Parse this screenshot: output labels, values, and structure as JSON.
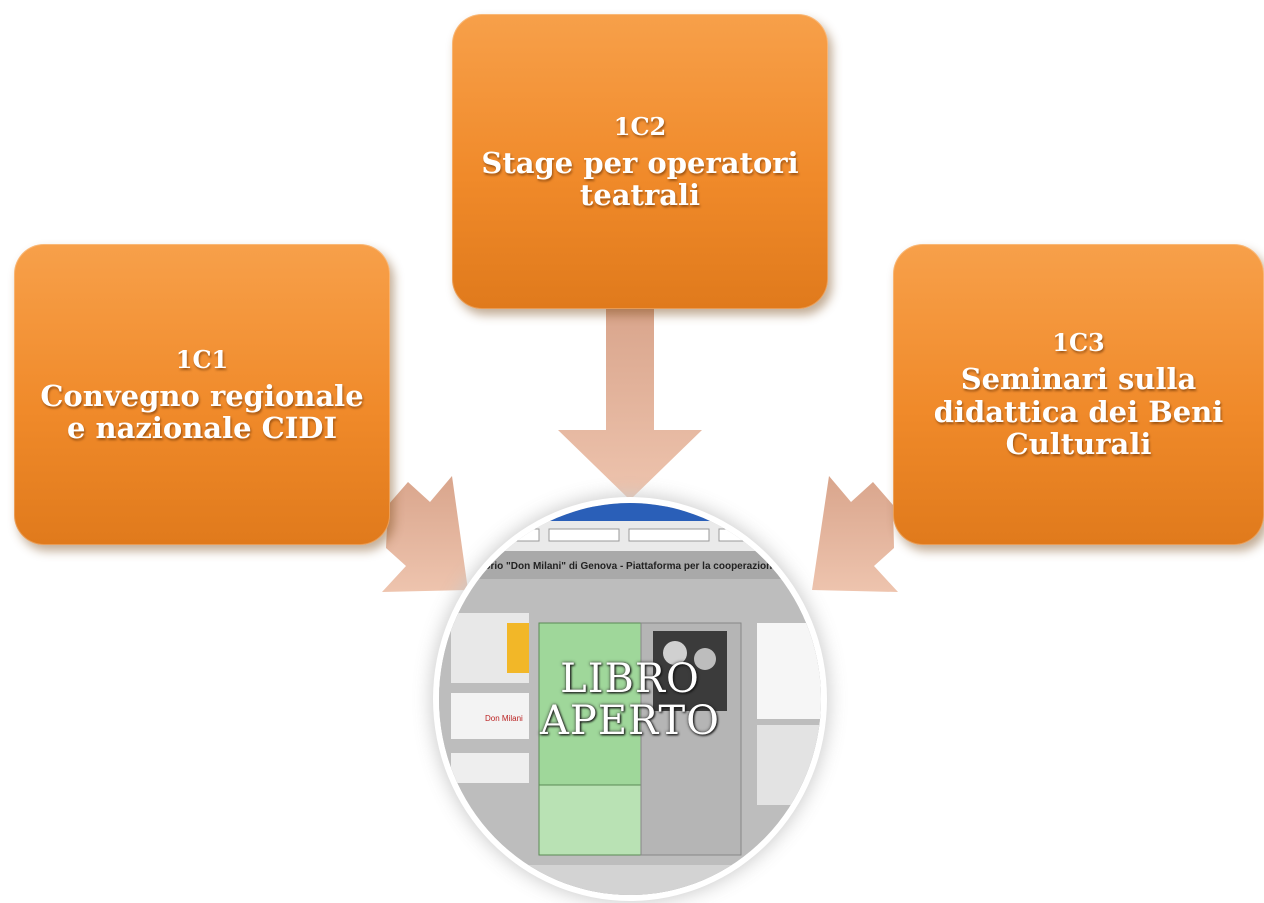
{
  "boxes": [
    {
      "code": "1C1",
      "title": "Convegno regionale e nazionale CIDI"
    },
    {
      "code": "1C2",
      "title": "Stage per operatori teatrali"
    },
    {
      "code": "1C3",
      "title": "Seminari sulla didattica dei Beni Culturali"
    }
  ],
  "hub": {
    "label_line1": "LIBRO",
    "label_line2": "APERTO",
    "screenshot_header": "laboratorio \"Don Milani\" di Genova - Piattaforma per la cooperazione e lo sviluppo professionale",
    "screenshot_name": "Don Milani"
  },
  "colors": {
    "box_fill": "#f08a2a",
    "arrow_fill": "#e8b49a",
    "text": "#ffffff"
  }
}
